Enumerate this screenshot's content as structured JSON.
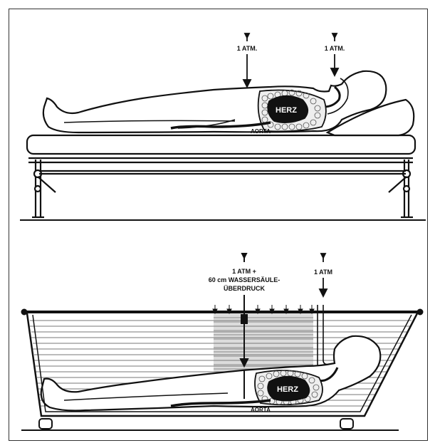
{
  "top_panel": {
    "arrow_label_abdomen": "1 ATM.",
    "arrow_label_mouth": "1 ATM.",
    "heart_label": "HERZ",
    "aorta_label": "AORTA"
  },
  "bottom_panel": {
    "pressure_label_line1": "1 ATM +",
    "pressure_label_line2": "60 cm WASSERSÄULE-",
    "pressure_label_line3": "ÜBERDRUCK",
    "arrow_label_mouth": "1 ATM",
    "heart_label": "HERZ",
    "aorta_label": "AORTA"
  }
}
